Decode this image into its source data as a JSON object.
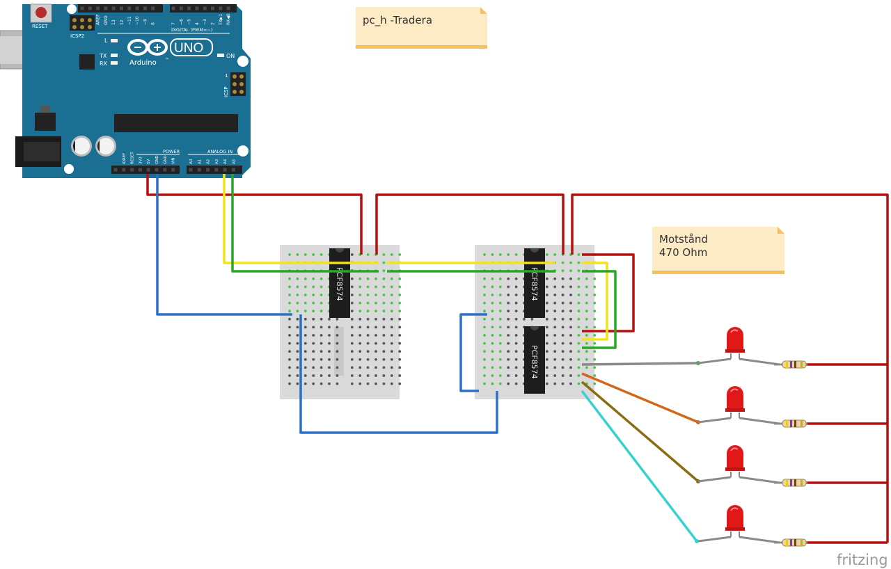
{
  "notes": {
    "title_note": "pc_h -Tradera",
    "resistor_note_line1": "Motstånd",
    "resistor_note_line2": "470 Ohm"
  },
  "arduino": {
    "reset": "RESET",
    "icsp2": "ICSP2",
    "icsp": "ICSP",
    "logo": "UNO",
    "brand": "Arduino",
    "tm": "™",
    "led_l": "L",
    "led_tx": "TX",
    "led_rx": "RX",
    "led_on": "ON",
    "digital": "DIGITAL (PWM=~)",
    "analog": "ANALOG IN",
    "power": "POWER",
    "icsp_pin1": "1",
    "top_pins": [
      "AREF",
      "GND",
      "13",
      "12",
      "~11",
      "~10",
      "~9",
      "8",
      "7",
      "~6",
      "~5",
      "4",
      "~3",
      "2",
      "TX▶1",
      "RX◀0"
    ],
    "power_pins": [
      "IOREF",
      "RESET",
      "3V3",
      "5V",
      "GND",
      "GND",
      "VIN"
    ],
    "analog_pins": [
      "A0",
      "A1",
      "A2",
      "A3",
      "A4",
      "A5"
    ]
  },
  "chips": {
    "chip1": "PCF8574",
    "chip2": "PCF8574",
    "chip3": "PCF8574"
  },
  "watermark": "fritzing",
  "colors": {
    "red_wire": "#b3100e",
    "blue_wire": "#2c6fc8",
    "yellow_wire": "#f2e31b",
    "green_wire": "#2aa627",
    "orange_wire": "#d2661a",
    "olive_wire": "#8b6c12",
    "cyan_wire": "#35d2d0",
    "grey_wire": "#8a8a8a",
    "board": "#1b6f92",
    "led": "#e01818"
  }
}
